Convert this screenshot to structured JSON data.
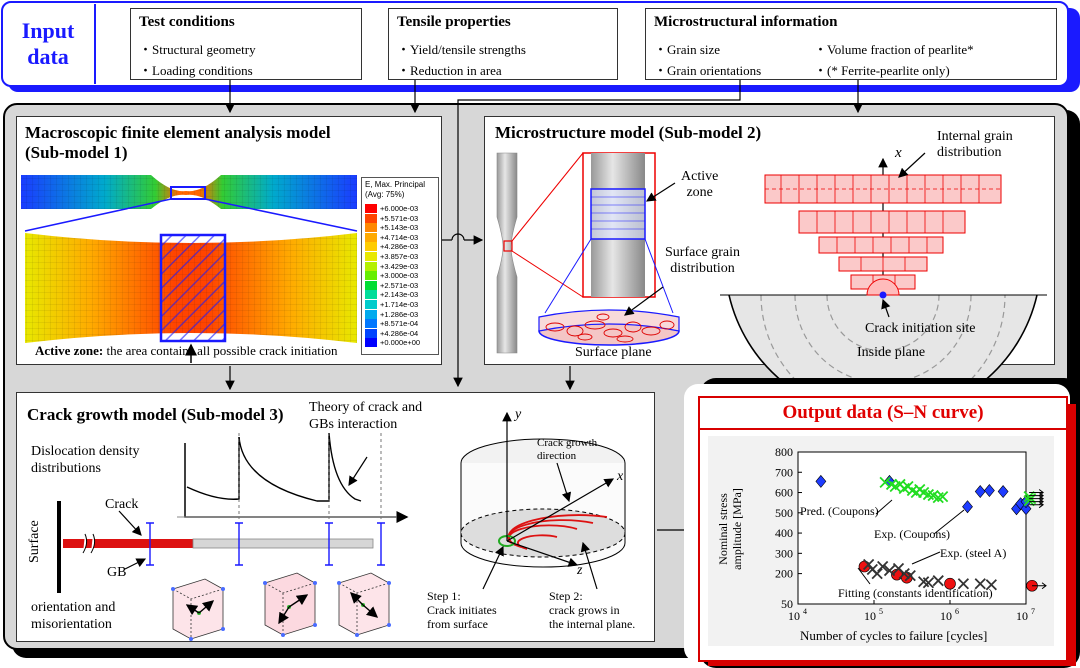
{
  "input": {
    "title_line1": "Input",
    "title_line2": "data",
    "test_conditions": {
      "title": "Test conditions",
      "items": [
        "・Structural geometry",
        "・Loading conditions"
      ]
    },
    "tensile_properties": {
      "title": "Tensile properties",
      "items": [
        "・Yield/tensile strengths",
        "・Reduction in area"
      ]
    },
    "microstructural": {
      "title": "Microstructural information",
      "col1": [
        "・Grain size",
        "・Grain orientations"
      ],
      "col2": [
        "・Volume fraction of pearlite*",
        "・(* Ferrite-pearlite only)"
      ]
    }
  },
  "submodel1": {
    "title_line1": "Macroscopic finite element analysis model",
    "title_line2": "(Sub-model 1)",
    "legend": {
      "title_line1": "E, Max. Principal",
      "title_line2": "(Avg: 75%)",
      "values": [
        "+6.000e-03",
        "+5.571e-03",
        "+5.143e-03",
        "+4.714e-03",
        "+4.286e-03",
        "+3.857e-03",
        "+3.429e-03",
        "+3.000e-03",
        "+2.571e-03",
        "+2.143e-03",
        "+1.714e-03",
        "+1.286e-03",
        "+8.571e-04",
        "+4.286e-04",
        "+0.000e+00"
      ],
      "colors": [
        "#ff0000",
        "#ff4400",
        "#ff8800",
        "#ffaa00",
        "#ffcc00",
        "#e8e800",
        "#b4f000",
        "#66ee00",
        "#00dd33",
        "#00dd99",
        "#00cccc",
        "#00aaee",
        "#0077ff",
        "#0044ff",
        "#0000ff"
      ]
    },
    "caption_bold": "Active zone:",
    "caption_rest": " the area contains all possible crack initiation"
  },
  "submodel2": {
    "title": "Microstructure model (Sub-model 2)",
    "active_zone_line1": "Active",
    "active_zone_line2": "zone",
    "surface_grain_line1": "Surface grain",
    "surface_grain_line2": "distribution",
    "surface_plane": "Surface plane",
    "internal_grain_line1": "Internal grain",
    "internal_grain_line2": "distribution",
    "axis_x": "x",
    "crack_site": "Crack initiation site",
    "inside_plane": "Inside plane"
  },
  "submodel3": {
    "title": "Crack growth model (Sub-model 3)",
    "theory_line1": "Theory of crack and",
    "theory_line2": "GBs interaction",
    "dislocation_line1": "Dislocation density",
    "dislocation_line2": "distributions",
    "crack": "Crack",
    "surface": "Surface",
    "gb": "GB",
    "orientation_line1": "orientation and",
    "orientation_line2": "misorientation",
    "axis_y": "y",
    "axis_x": "x",
    "axis_z": "z",
    "crack_dir_line1": "Crack growth",
    "crack_dir_line2": "direction",
    "step1_line1": "Step 1:",
    "step1_line2": "Crack initiates",
    "step1_line3": "from surface",
    "step2_line1": "Step 2:",
    "step2_line2": "crack grows in",
    "step2_line3": "the internal plane."
  },
  "output": {
    "title": "Output data (S–N curve)",
    "accent": "#e00000"
  },
  "chart_data": {
    "type": "scatter",
    "xlabel": "Number of cycles to failure [cycles]",
    "ylabel_line1": "Nominal stress",
    "ylabel_line2": "amplitude [MPa]",
    "xscale": "log",
    "xlim": [
      10000,
      10000000
    ],
    "ylim": [
      50,
      800
    ],
    "xticks": [
      "10",
      "10",
      "10",
      "10"
    ],
    "xtick_exp": [
      "4",
      "5",
      "6",
      "7"
    ],
    "yticks": [
      "50",
      "200",
      "300",
      "400",
      "500",
      "600",
      "700",
      "800"
    ],
    "annotations": {
      "pred": "Pred. (Coupons)",
      "exp_coupons": "Exp. (Coupons)",
      "exp_steel": "Exp. (steel A)",
      "fitting": "Fitting (constants identification)"
    },
    "series": [
      {
        "marker": "diamond",
        "color": "#1e3cff",
        "points": [
          [
            20000,
            655
          ],
          [
            160000,
            655
          ],
          [
            1700000,
            530
          ],
          [
            2500000,
            605
          ],
          [
            3300000,
            610
          ],
          [
            5000000,
            605
          ],
          [
            7500000,
            520
          ],
          [
            8500000,
            545
          ],
          [
            10000000,
            520
          ],
          [
            10000000,
            555
          ]
        ]
      },
      {
        "marker": "x",
        "color": "#22dd22",
        "points": [
          [
            140000,
            650
          ],
          [
            170000,
            640
          ],
          [
            190000,
            630
          ],
          [
            220000,
            640
          ],
          [
            250000,
            620
          ],
          [
            280000,
            630
          ],
          [
            320000,
            610
          ],
          [
            360000,
            600
          ],
          [
            400000,
            615
          ],
          [
            450000,
            600
          ],
          [
            520000,
            590
          ],
          [
            600000,
            585
          ],
          [
            700000,
            575
          ],
          [
            800000,
            580
          ],
          [
            11000000,
            580
          ],
          [
            11000000,
            560
          ],
          [
            11500000,
            570
          ]
        ]
      },
      {
        "marker": "circle",
        "color": "#ee1111",
        "points": [
          [
            75000,
            235
          ],
          [
            200000,
            195
          ],
          [
            270000,
            180
          ],
          [
            1000000,
            150
          ],
          [
            12000000,
            140
          ]
        ]
      },
      {
        "marker": "x",
        "color": "#333333",
        "points": [
          [
            85000,
            245
          ],
          [
            95000,
            220
          ],
          [
            110000,
            200
          ],
          [
            130000,
            235
          ],
          [
            160000,
            215
          ],
          [
            210000,
            225
          ],
          [
            250000,
            200
          ],
          [
            300000,
            190
          ],
          [
            450000,
            160
          ],
          [
            520000,
            155
          ],
          [
            700000,
            165
          ],
          [
            1500000,
            150
          ],
          [
            2500000,
            150
          ],
          [
            3500000,
            145
          ]
        ]
      }
    ]
  }
}
